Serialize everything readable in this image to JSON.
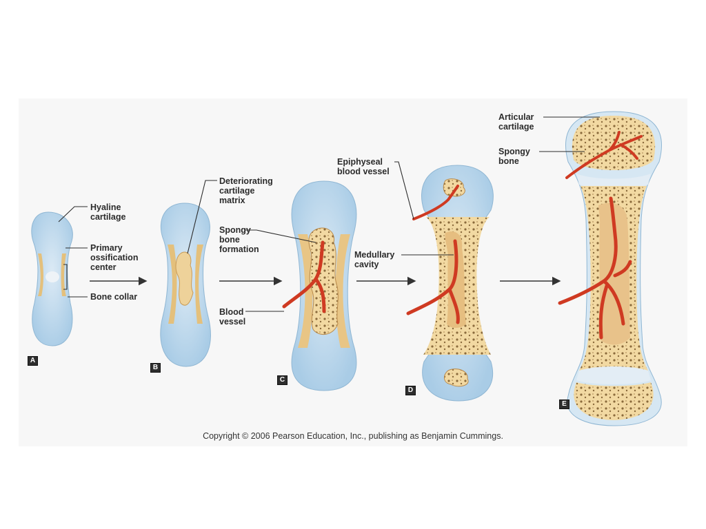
{
  "labels": {
    "hyaline_cartilage": "Hyaline\ncartilage",
    "primary_ossification_center": "Primary\nossification\ncenter",
    "bone_collar": "Bone collar",
    "deteriorating_cartilage_matrix": "Deteriorating\ncartilage\nmatrix",
    "spongy_bone_formation": "Spongy\nbone\nformation",
    "blood_vessel": "Blood\nvessel",
    "epiphyseal_blood_vessel": "Epiphyseal\nblood vessel",
    "medullary_cavity": "Medullary\ncavity",
    "articular_cartilage": "Articular\ncartilage",
    "spongy_bone": "Spongy\nbone"
  },
  "stages": [
    "A",
    "B",
    "C",
    "D",
    "E"
  ],
  "copyright": "Copyright © 2006 Pearson Education, Inc., publishing as Benjamin Cummings.",
  "colors": {
    "cartilage": "#b9d6ea",
    "bone": "#f0d49e",
    "bone_dark": "#dcb26c",
    "vessel": "#cf3a22",
    "marrow": "#e8c28a"
  }
}
